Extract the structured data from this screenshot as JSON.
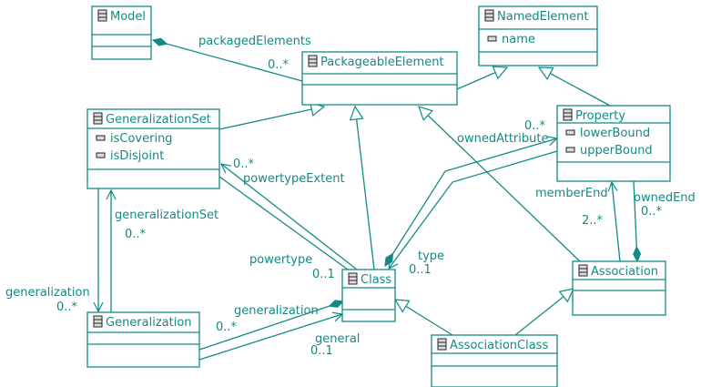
{
  "classes": {
    "model": {
      "name": "Model",
      "attributes": []
    },
    "named_element": {
      "name": "NamedElement",
      "attributes": [
        "name"
      ]
    },
    "packageable_element": {
      "name": "PackageableElement",
      "attributes": []
    },
    "generalization_set": {
      "name": "GeneralizationSet",
      "attributes": [
        "isCovering",
        "isDisjoint"
      ]
    },
    "property": {
      "name": "Property",
      "attributes": [
        "lowerBound",
        "upperBound"
      ]
    },
    "class": {
      "name": "Class",
      "attributes": []
    },
    "association": {
      "name": "Association",
      "attributes": []
    },
    "generalization": {
      "name": "Generalization",
      "attributes": []
    },
    "association_class": {
      "name": "AssociationClass",
      "attributes": []
    }
  },
  "labels": {
    "packaged_elements": "packagedElements",
    "packaged_elements_mult": "0..*",
    "owned_attribute_mult": "0..*",
    "owned_attribute": "ownedAttribute",
    "powertype_extent_mult": "0..*",
    "powertype_extent": "powertypeExtent",
    "generalization_set": "generalizationSet",
    "generalization_set_mult": "0..*",
    "member_end": "memberEnd",
    "owned_end": "ownedEnd",
    "owned_end_mult": "0..*",
    "member_end_mult": "2..*",
    "type": "type",
    "type_mult": "0..1",
    "powertype": "powertype",
    "powertype_mult": "0..1",
    "generalization_left": "generalization",
    "generalization_left_mult": "0..*",
    "generalization_mid": "generalization",
    "generalization_mid_mult": "0..*",
    "general": "general",
    "general_mult": "0..1"
  },
  "colors": {
    "stroke": "#138a84",
    "text": "#138a84",
    "icon": "#777777"
  }
}
